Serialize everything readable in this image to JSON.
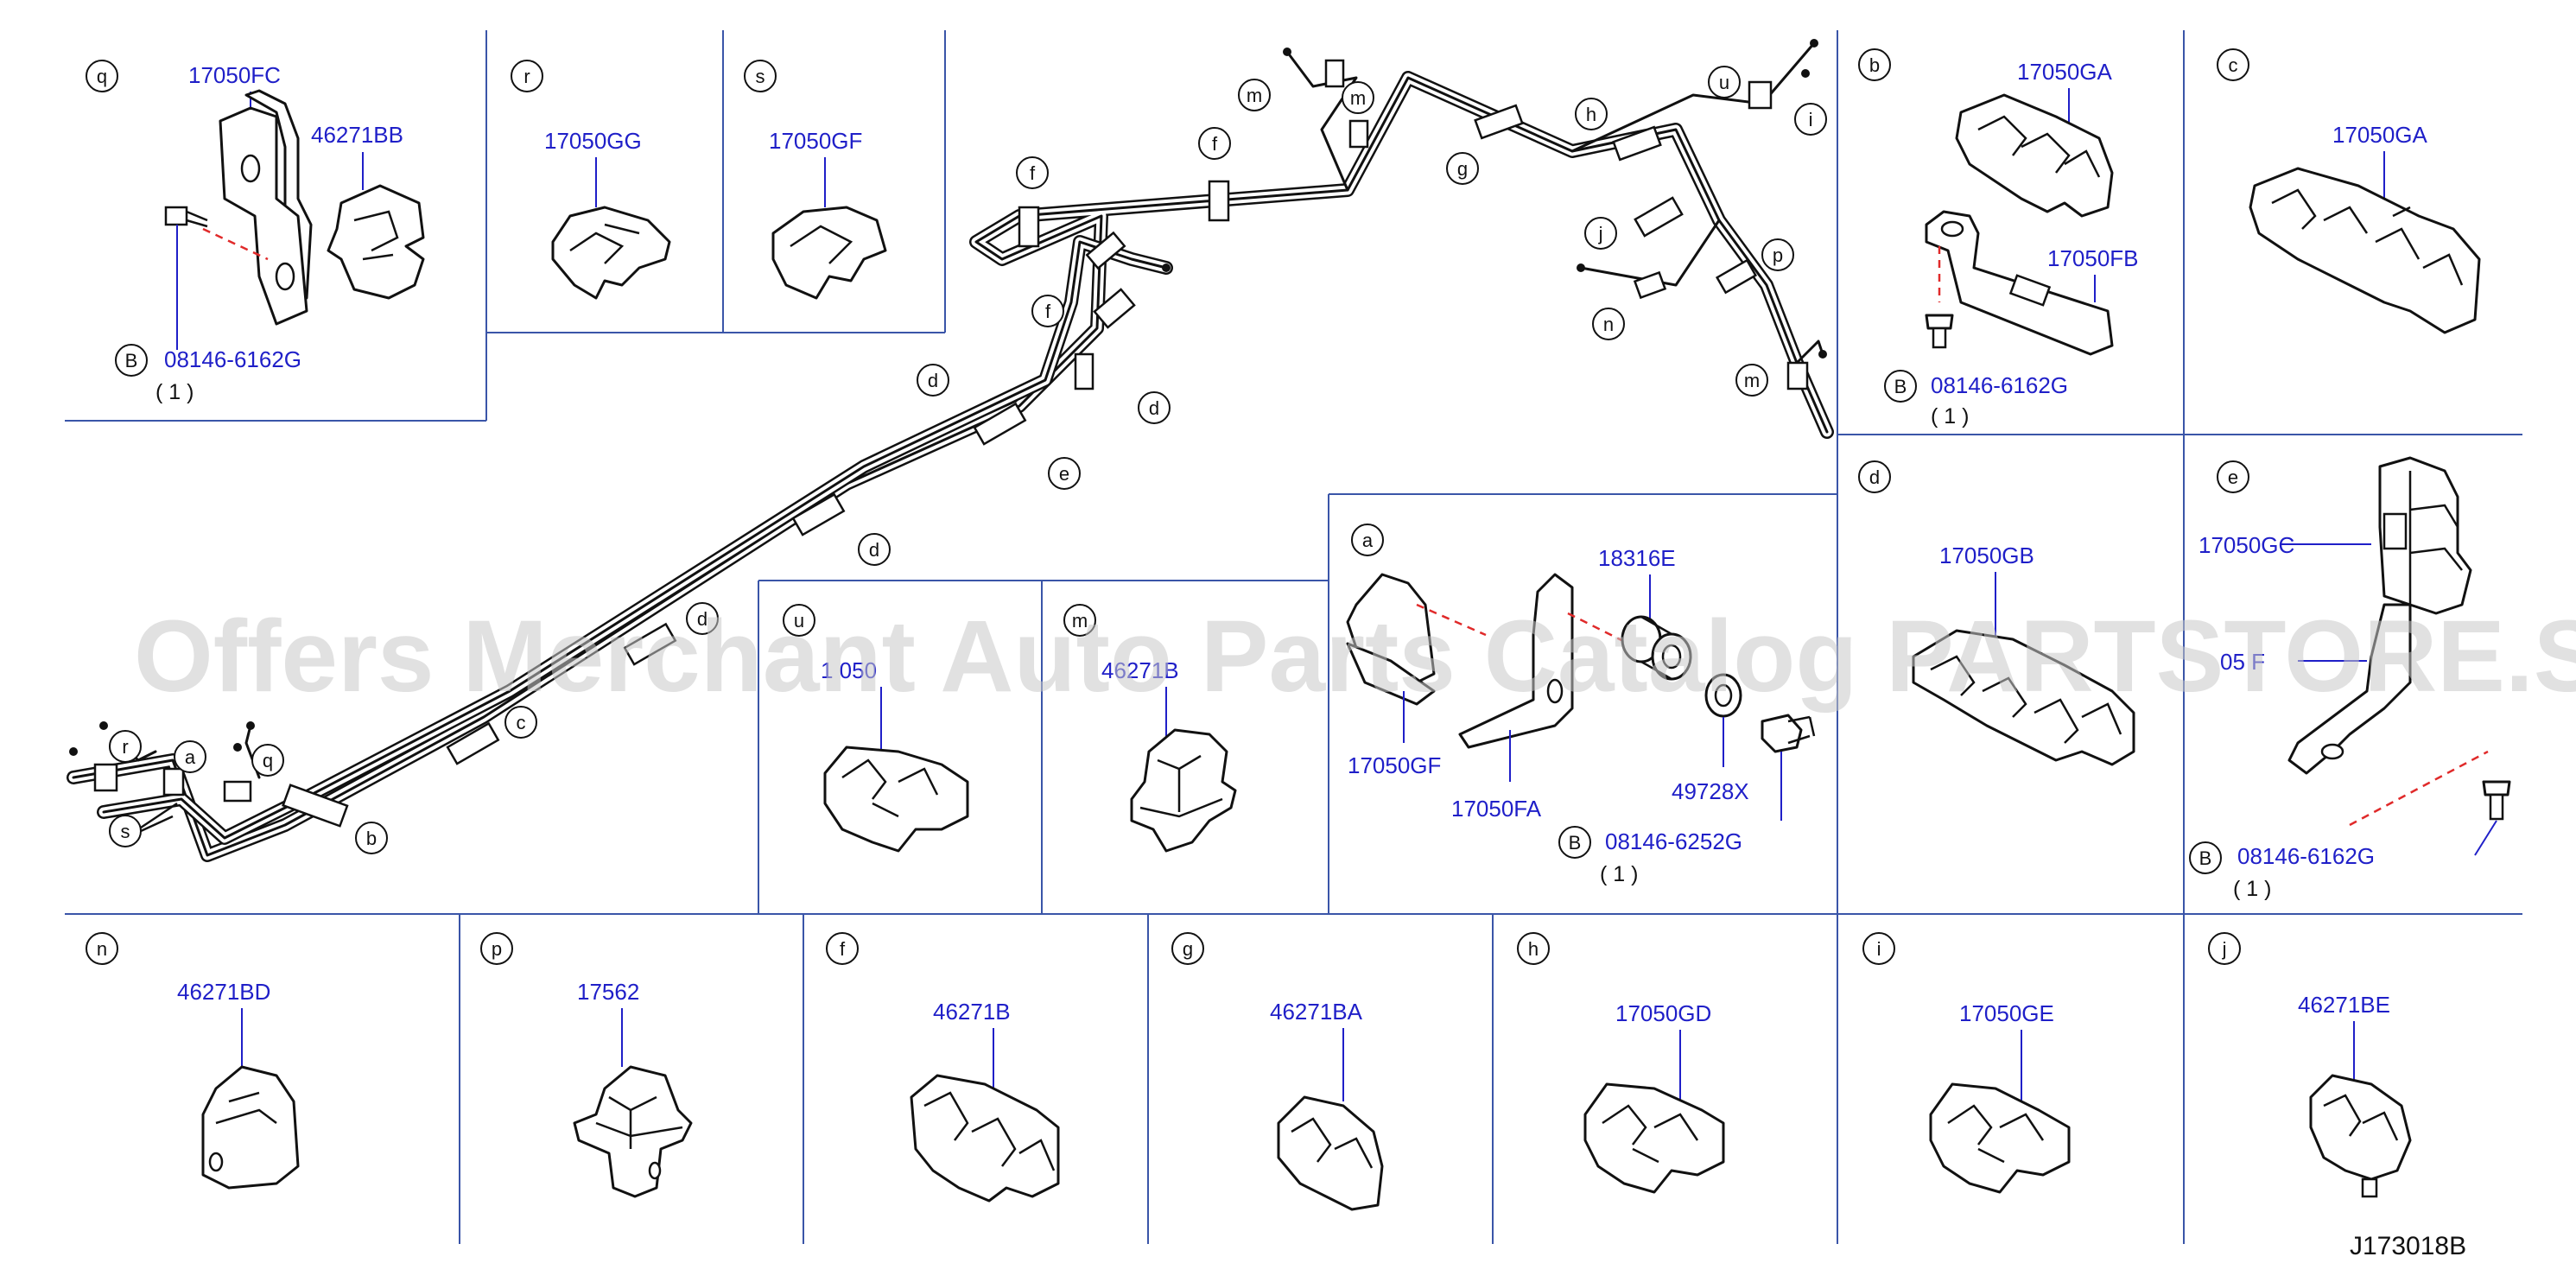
{
  "diagram": {
    "code": "J173018B",
    "watermark": "Offers Merchant Auto Parts Catalog PARTSTORE.SA",
    "bolt_marker": "B",
    "qty_one": "( 1 )",
    "callouts": {
      "q": "q",
      "r": "r",
      "s": "s",
      "b": "b",
      "c": "c",
      "d": "d",
      "e": "e",
      "a": "a",
      "u": "u",
      "m": "m",
      "n": "n",
      "p": "p",
      "f": "f",
      "g": "g",
      "h": "h",
      "i": "i",
      "j": "j"
    },
    "parts": {
      "p17050FC": "17050FC",
      "p46271BB": "46271BB",
      "p08146_6162G": "08146-6162G",
      "p17050GG": "17050GG",
      "p17050GF": "17050GF",
      "p17050GA": "17050GA",
      "p17050FB": "17050FB",
      "p17050GB": "17050GB",
      "p17050GC": "17050GC",
      "p18316E": "18316E",
      "p49728X": "49728X",
      "p17050FA": "17050FA",
      "p08146_6252G": "08146-6252G",
      "p46271BD": "46271BD",
      "p17562": "17562",
      "p46271B": "46271B",
      "p46271BA": "46271BA",
      "p17050GD": "17050GD",
      "p17050GE": "17050GE",
      "p46271BE": "46271BE",
      "u_partial": "1 050",
      "m_partial": "46271B",
      "e_partial": "05 F"
    }
  }
}
